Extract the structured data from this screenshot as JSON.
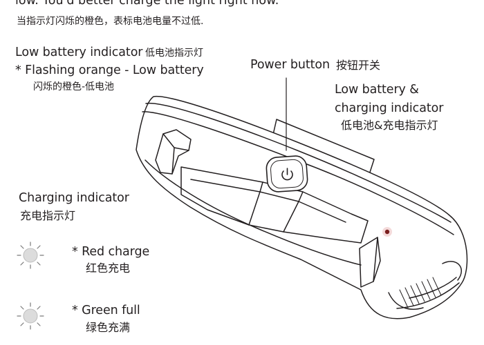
{
  "header": {
    "line_en": "low. You'd better charge the light right now.",
    "line_zh": "当指示灯闪烁的橙色，表标电池电量不过低."
  },
  "low_battery_indicator": {
    "title_en": "Low battery indicator",
    "title_zh": "低电池指示灯",
    "flash_en": "* Flashing orange - Low battery",
    "flash_zh": "闪烁的橙色-低电池"
  },
  "power_button": {
    "label_en": "Power button",
    "label_zh": "按钮开关"
  },
  "low_battery_charging_indicator": {
    "line1_en": "Low battery &",
    "line2_en": "charging indicator",
    "label_zh": "低电池&充电指示灯"
  },
  "charging_indicator": {
    "title_en": "Charging indicator",
    "title_zh": "充电指示灯",
    "red_en": "* Red charge",
    "red_zh": "红色充电",
    "green_en": "* Green full",
    "green_zh": "绿色充满"
  }
}
